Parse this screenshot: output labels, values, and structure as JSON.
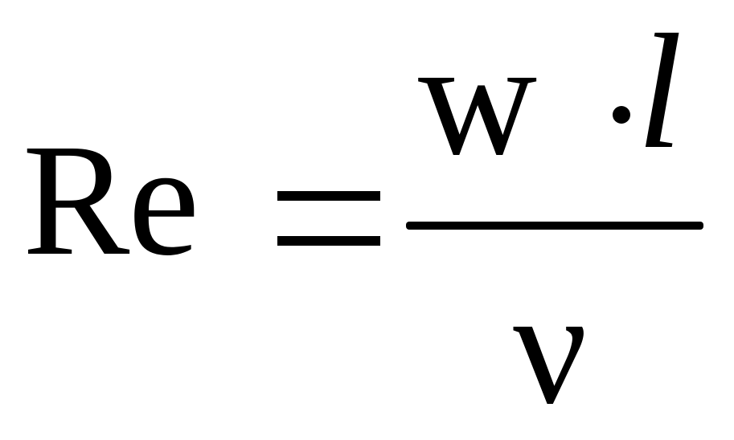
{
  "formula": {
    "lhs": "Re",
    "equals": "=",
    "numerator_velocity": "w",
    "numerator_operator": "·",
    "numerator_length": "l",
    "denominator": "ν"
  }
}
